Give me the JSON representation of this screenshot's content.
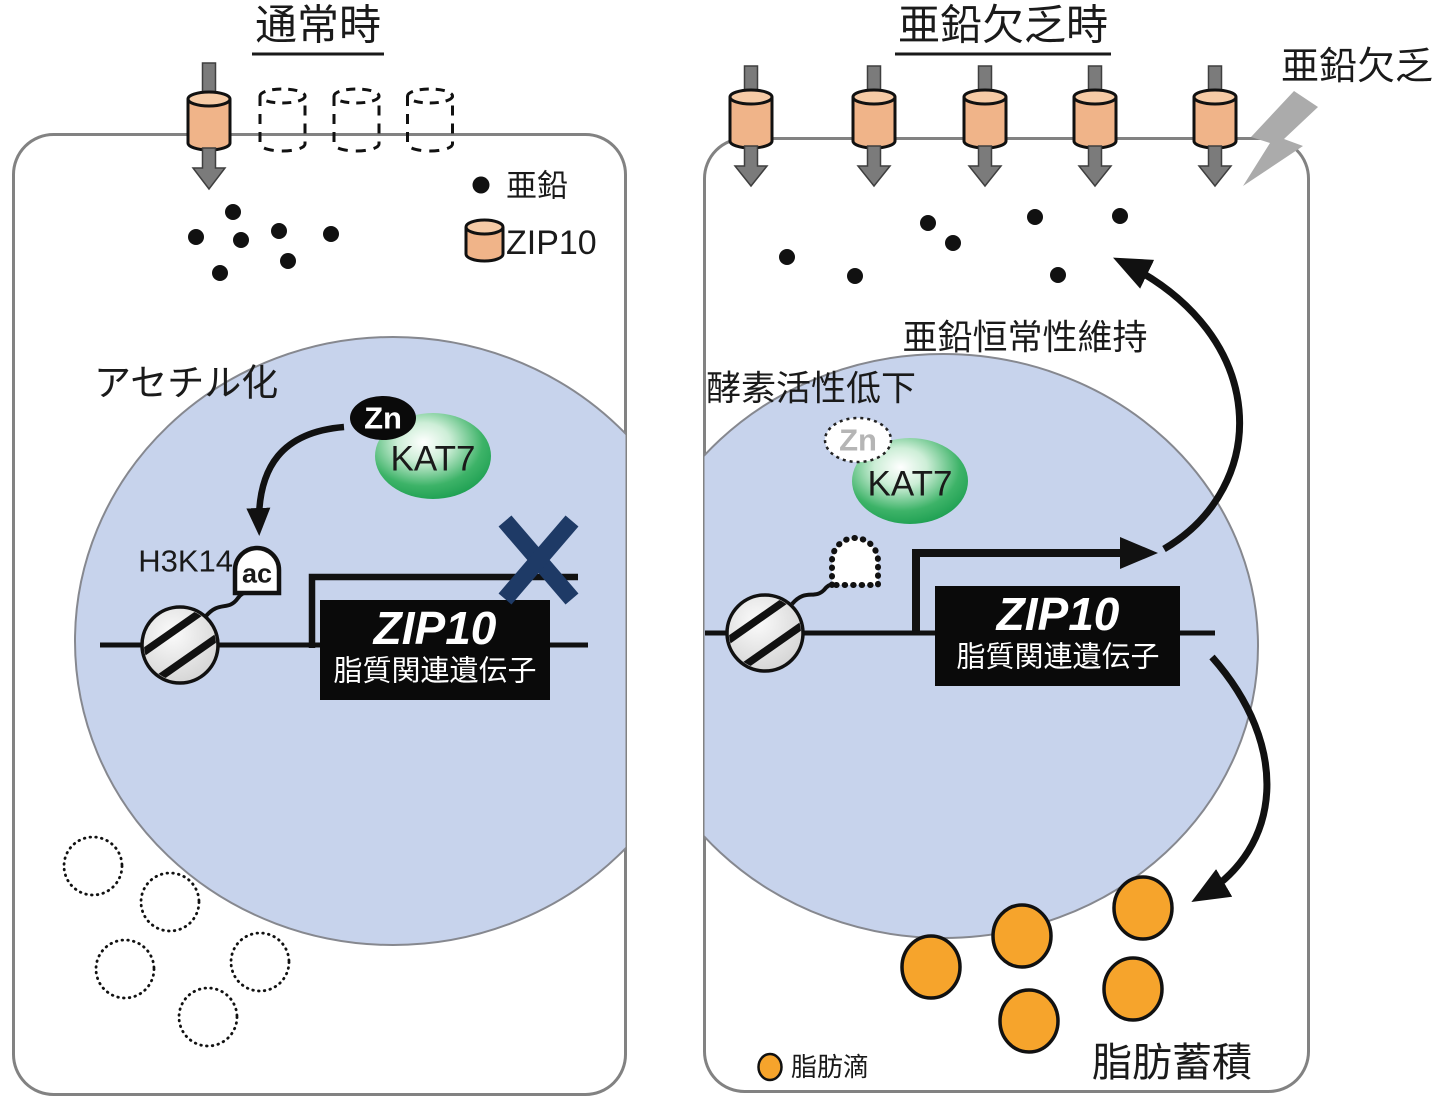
{
  "left": {
    "title": "通常時",
    "legend_zinc": "亜鉛",
    "legend_zip10": "ZIP10",
    "acetylation_label": "アセチル化",
    "zn": "Zn",
    "kat7": "KAT7",
    "histone": "H3K14",
    "acetyl": "ac",
    "gene_title": "ZIP10",
    "gene_subtitle": "脂質関連遺伝子"
  },
  "right": {
    "title": "亜鉛欠乏時",
    "zinc_deficiency": "亜鉛欠乏",
    "enzyme_activity": "酵素活性低下",
    "zn": "Zn",
    "kat7": "KAT7",
    "homeostasis": "亜鉛恒常性維持",
    "gene_title": "ZIP10",
    "gene_subtitle": "脂質関連遺伝子",
    "legend_lipid": "脂肪滴",
    "fat_accumulation": "脂肪蓄積"
  },
  "counts": {
    "left_solid_transporters": 1,
    "left_dashed_transporters": 3,
    "right_solid_transporters": 5,
    "left_zinc_dots": 7,
    "right_zinc_dots": 7,
    "left_empty_droplets": 5,
    "right_lipid_droplets": 5
  },
  "icons": {
    "zinc": "black-dot",
    "zip10": "orange-cylinder",
    "lipid_droplet": "orange-circle",
    "zinc_deficiency": "gray-lightning-bolt",
    "blocked_transcription": "navy-x"
  },
  "colors": {
    "transporter_orange": "#F0B489",
    "transporter_top": "#F6CBA6",
    "nucleus_blue": "#C7D3EC",
    "nucleus_edge": "#86888F",
    "kat7_green": "#13994A",
    "droplet_orange": "#F6A42C",
    "block_x_navy": "#1E3A66",
    "lightning_gray": "#ABABAB",
    "arrow_gray": "#7B7B7B",
    "ink": "#111111"
  }
}
